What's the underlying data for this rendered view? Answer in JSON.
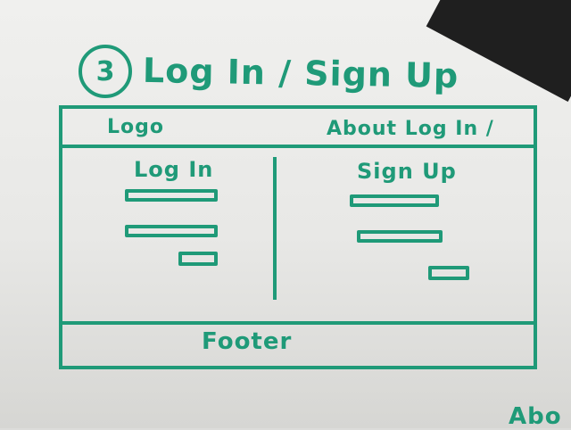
{
  "diagram": {
    "step_number": "3",
    "title": "Log In / Sign Up",
    "header": {
      "logo_label": "Logo",
      "nav_label": "About Log In /"
    },
    "login": {
      "title": "Log In"
    },
    "signup": {
      "title": "Sign Up"
    },
    "footer_label": "Footer",
    "corner_text": "Abo"
  },
  "colors": {
    "marker": "#1f9a78",
    "board": "#ececea"
  }
}
